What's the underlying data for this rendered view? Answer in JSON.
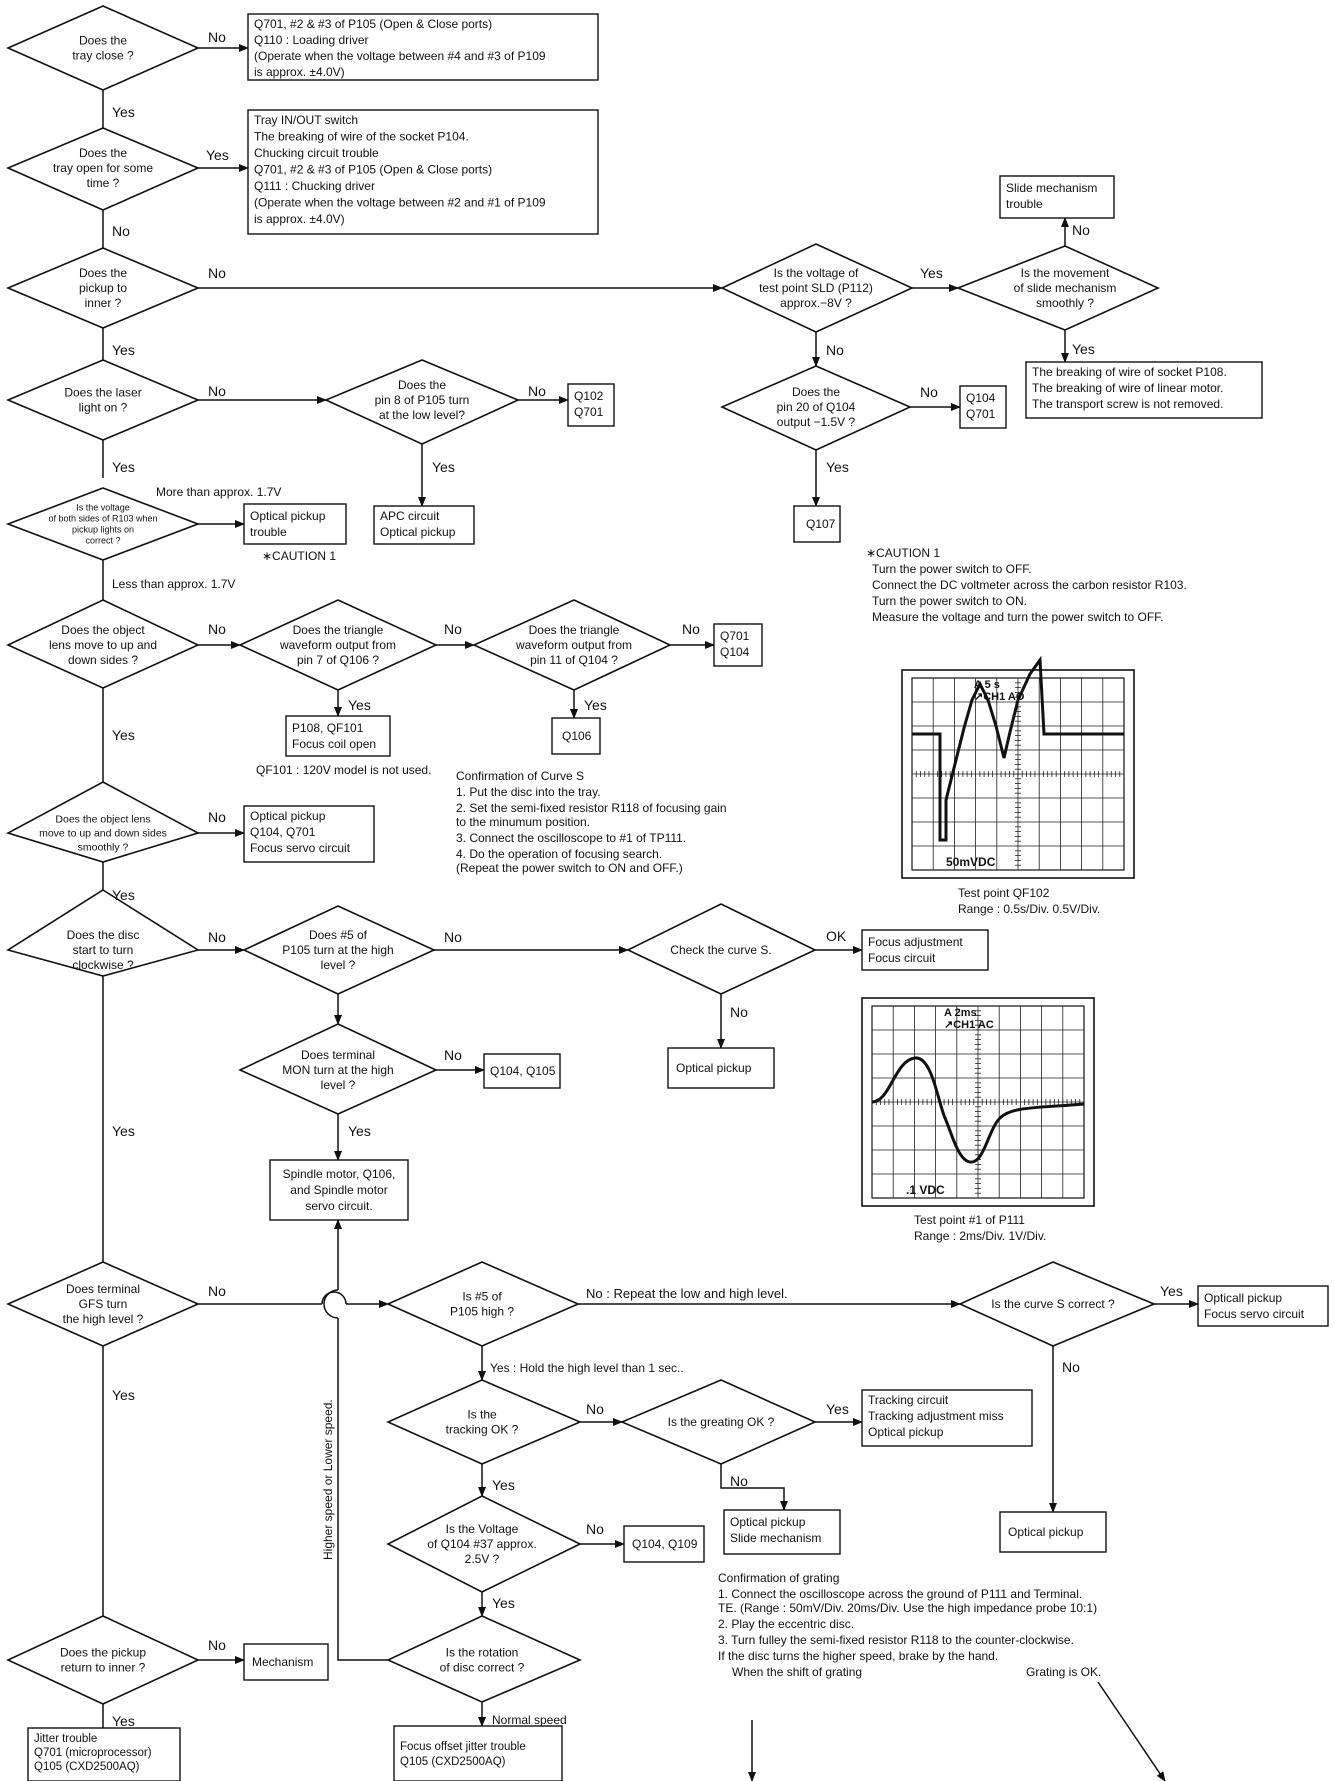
{
  "diamonds": {
    "tray_close": "Does the\ntray close ?",
    "tray_open": "Does the\ntray open for some\ntime ?",
    "pickup_inner": "Does the\npickup to\ninner ?",
    "sld_voltage": "Is the voltage of\ntest point SLD (P112)\napprox.−8V ?",
    "slide_move": "Is the movement\nof slide mechanism\nsmoothly ?",
    "laser_on": "Does the laser\nlight on ?",
    "pin8_low": "Does the\npin 8 of P105 turn\nat the low level?",
    "pin20_q104": "Does the\npin 20 of Q104\noutput −1.5V ?",
    "r103_voltage": "Is the voltage\nof both sides of R103 when\npickup lights on\ncorrect ?",
    "lens_move": "Does the object\nlens move to up and\ndown sides ?",
    "tri_q106": "Does the triangle\nwaveform output from\npin 7 of Q106 ?",
    "tri_q104": "Does the triangle\nwaveform output from\npin 11 of Q104 ?",
    "lens_smooth": "Does the object lens\nmove to up and down sides\nsmoothly ?",
    "disc_turn": "Does the disc\nstart to turn\nclockwise ?",
    "p105_high": "Does #5 of\nP105 turn at the high\nlevel ?",
    "check_curve": "Check the curve S.",
    "mon_high": "Does terminal\nMON turn at the high\nlevel ?",
    "gfs_high": "Does terminal\nGFS turn\nthe high level ?",
    "is5_high": "Is #5 of\nP105 high ?",
    "curve_correct": "Is the curve S correct ?",
    "tracking_ok": "Is the\ntracking OK ?",
    "greating_ok": "Is the greating OK ?",
    "q104_voltage": "Is the Voltage\nof Q104 #37 approx.\n2.5V ?",
    "pickup_return": "Does the pickup\nreturn to inner ?",
    "rotation": "Is the rotation\nof disc correct ?"
  },
  "boxes": {
    "tray_close_no": "Q701, #2 & #3 of P105 (Open & Close ports)\nQ110 : Loading driver\n(Operate when the voltage between #4 and #3 of P109\nis approx. ±4.0V)",
    "tray_open_yes": "Tray IN/OUT switch\nThe breaking of wire of the socket P104.\nChucking circuit trouble\nQ701, #2 & #3 of P105 (Open & Close ports)\nQ111 : Chucking driver\n(Operate when the voltage between #2 and #1 of P109\nis approx. ±4.0V)",
    "slide_trouble": "Slide mechanism\ntrouble",
    "slide_yes": "The breaking of wire of socket P108.\nThe breaking of wire of linear motor.\nThe transport screw is not removed.",
    "q102_q701": "Q102\nQ701",
    "q104_q701": "Q104\nQ701",
    "q107": "Q107",
    "optical_trouble": "Optical pickup\ntrouble",
    "apc": "APC circuit\nOptical pickup",
    "q701_q104": "Q701\nQ104",
    "p108_qf101": "P108, QF101\nFocus coil open",
    "q106": "Q106",
    "optical_focus": "Optical pickup\nQ104, Q701\nFocus servo circuit",
    "focus_adj": "Focus adjustment\nFocus circuit",
    "optical_pickup_1": "Optical pickup",
    "q104_q105": "Q104, Q105",
    "spindle": "Spindle motor, Q106,\nand Spindle motor\nservo circuit.",
    "opticall": "Opticall pickup\nFocus servo circuit",
    "tracking_circuit": "Tracking circuit\nTracking adjustment miss\nOptical pickup",
    "optical_slide": "Optical pickup\nSlide mechanism",
    "optical_pickup_2": "Optical pickup",
    "q104_q109": "Q104, Q109",
    "mechanism": "Mechanism",
    "jitter": "Jitter trouble\nQ701 (microprocessor)\nQ105 (CXD2500AQ)",
    "focus_offset": "Focus offset jitter trouble\nQ105 (CXD2500AQ)"
  },
  "labels": {
    "yes": "Yes",
    "no": "No",
    "ok": "OK",
    "more_than": "More than approx. 1.7V",
    "less_than": "Less than approx. 1.7V",
    "caution_ref": "∗CAUTION 1",
    "qf101_note": "QF101 : 120V model is not used.",
    "no_repeat": "No : Repeat the low and high level.",
    "yes_hold": "Yes : Hold the high level than 1 sec..",
    "speed": "Higher speed or Lower speed.",
    "normal_speed": "Normal speed"
  },
  "caution1": {
    "title": "∗CAUTION 1",
    "lines": [
      "Turn the power switch to OFF.",
      "Connect the DC voltmeter across the carbon resistor R103.",
      "Turn the power switch to ON.",
      "Measure the voltage and turn the power switch to OFF."
    ]
  },
  "curve_s": {
    "title": "Confirmation of Curve S",
    "lines": [
      "1. Put the disc into the tray.",
      "2. Set the semi-fixed resistor R118 of focusing gain",
      "    to the minumum position.",
      "3. Connect the oscilloscope to #1 of TP111.",
      "4. Do the operation of focusing search.",
      "    (Repeat the power switch to ON and OFF.)"
    ]
  },
  "grating": {
    "title": "Confirmation of grating",
    "lines": [
      "1. Connect the oscilloscope across the ground of P111 and Terminal.",
      "    TE. (Range : 50mV/Div. 20ms/Div. Use the high impedance probe 10:1)",
      "2. Play the eccentric disc.",
      "3. Turn fulley the semi-fixed resistor R118 to the counter-clockwise.",
      "    If the disc turns the higher speed, brake by the hand."
    ],
    "shift": "When the shift of grating",
    "ok": "Grating is OK."
  },
  "scope1": {
    "top_a": "A  5 s",
    "top_ch": "↗CH1  AO",
    "bottom": "50mVDC",
    "caption1": "Test point   QF102",
    "caption2": "Range : 0.5s/Div.  0.5V/Div."
  },
  "scope2": {
    "top_a": "A  2ms",
    "top_ch": "↗CH1  AC",
    "bottom": ".1 VDC",
    "caption1": "Test point   #1 of P111",
    "caption2": "Range : 2ms/Div.  1V/Div."
  }
}
